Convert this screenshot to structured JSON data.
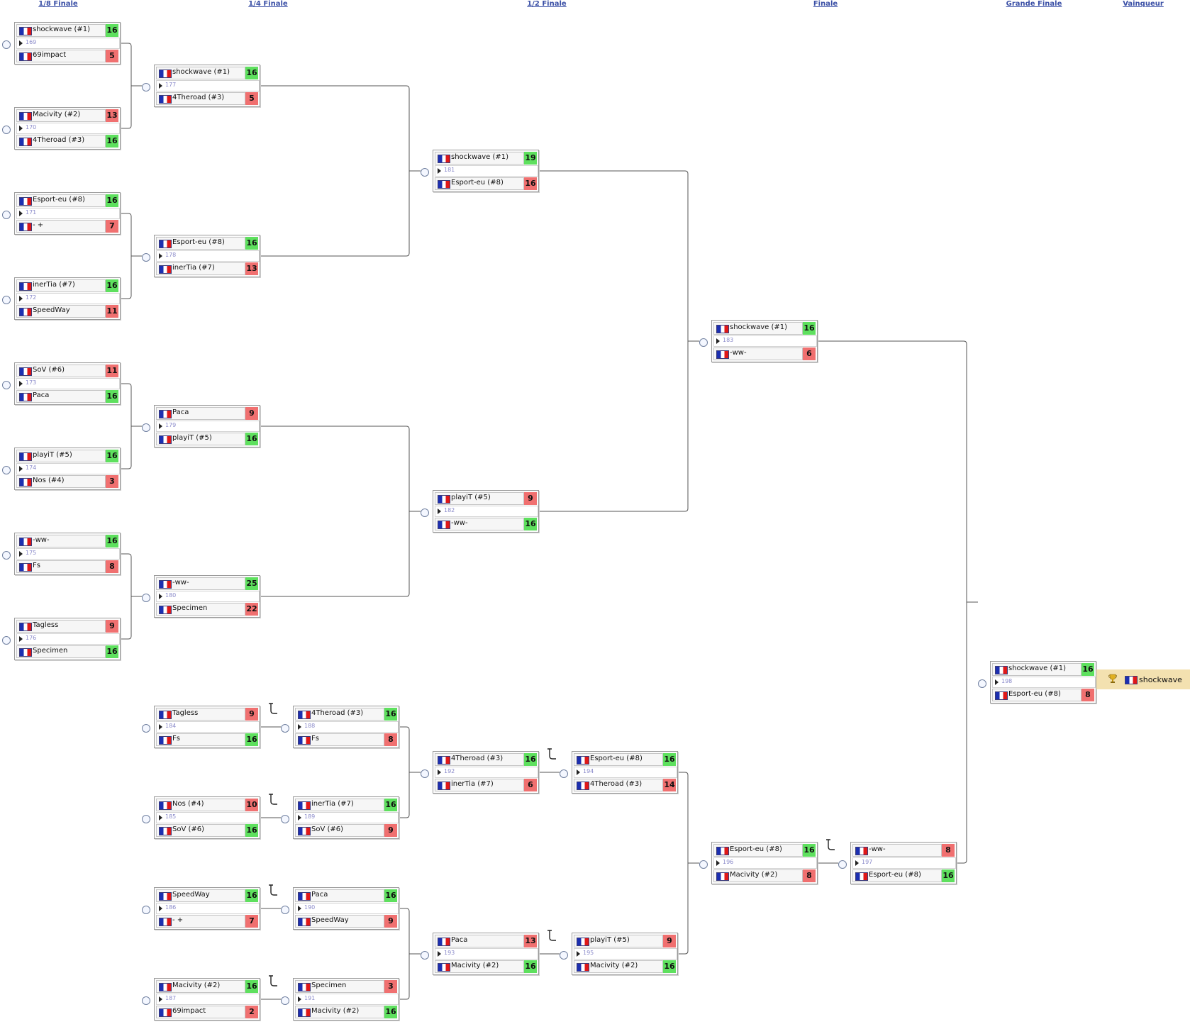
{
  "rounds": [
    {
      "label": "1/8 Finale"
    },
    {
      "label": "1/4 Finale"
    },
    {
      "label": "1/2 Finale"
    },
    {
      "label": "Finale"
    },
    {
      "label": "Grande Finale"
    },
    {
      "label": "Vainqueur"
    }
  ],
  "matches": [
    {
      "id": "169",
      "t1": "shockwave (#1)",
      "s1": "16",
      "t2": "69impact",
      "s2": "5",
      "winner": 1
    },
    {
      "id": "170",
      "t1": "Macivity (#2)",
      "s1": "13",
      "t2": "4Theroad (#3)",
      "s2": "16",
      "winner": 2
    },
    {
      "id": "171",
      "t1": "Esport-eu (#8)",
      "s1": "16",
      "t2": "- +",
      "s2": "7",
      "winner": 1
    },
    {
      "id": "172",
      "t1": "inerTia (#7)",
      "s1": "16",
      "t2": "SpeedWay",
      "s2": "11",
      "winner": 1
    },
    {
      "id": "173",
      "t1": "SoV (#6)",
      "s1": "11",
      "t2": "Paca",
      "s2": "16",
      "winner": 2
    },
    {
      "id": "174",
      "t1": "playiT (#5)",
      "s1": "16",
      "t2": "Nos (#4)",
      "s2": "3",
      "winner": 1
    },
    {
      "id": "175",
      "t1": "-ww-",
      "s1": "16",
      "t2": "Fs",
      "s2": "8",
      "winner": 1
    },
    {
      "id": "176",
      "t1": "Tagless",
      "s1": "9",
      "t2": "Specimen",
      "s2": "16",
      "winner": 2
    },
    {
      "id": "177",
      "t1": "shockwave (#1)",
      "s1": "16",
      "t2": "4Theroad (#3)",
      "s2": "5",
      "winner": 1
    },
    {
      "id": "178",
      "t1": "Esport-eu (#8)",
      "s1": "16",
      "t2": "inerTia (#7)",
      "s2": "13",
      "winner": 1
    },
    {
      "id": "179",
      "t1": "Paca",
      "s1": "9",
      "t2": "playiT (#5)",
      "s2": "16",
      "winner": 2
    },
    {
      "id": "180",
      "t1": "-ww-",
      "s1": "25",
      "t2": "Specimen",
      "s2": "22",
      "winner": 1
    },
    {
      "id": "181",
      "t1": "shockwave (#1)",
      "s1": "19",
      "t2": "Esport-eu (#8)",
      "s2": "16",
      "winner": 1
    },
    {
      "id": "182",
      "t1": "playiT (#5)",
      "s1": "9",
      "t2": "-ww-",
      "s2": "16",
      "winner": 2
    },
    {
      "id": "183",
      "t1": "shockwave (#1)",
      "s1": "16",
      "t2": "-ww-",
      "s2": "6",
      "winner": 1
    },
    {
      "id": "184",
      "t1": "Tagless",
      "s1": "9",
      "t2": "Fs",
      "s2": "16",
      "winner": 2
    },
    {
      "id": "185",
      "t1": "Nos (#4)",
      "s1": "10",
      "t2": "SoV (#6)",
      "s2": "16",
      "winner": 2
    },
    {
      "id": "186",
      "t1": "SpeedWay",
      "s1": "16",
      "t2": "- +",
      "s2": "7",
      "winner": 1
    },
    {
      "id": "187",
      "t1": "Macivity (#2)",
      "s1": "16",
      "t2": "69impact",
      "s2": "2",
      "winner": 1
    },
    {
      "id": "188",
      "t1": "4Theroad (#3)",
      "s1": "16",
      "t2": "Fs",
      "s2": "8",
      "winner": 1
    },
    {
      "id": "189",
      "t1": "inerTia (#7)",
      "s1": "16",
      "t2": "SoV (#6)",
      "s2": "9",
      "winner": 1
    },
    {
      "id": "190",
      "t1": "Paca",
      "s1": "16",
      "t2": "SpeedWay",
      "s2": "9",
      "winner": 1
    },
    {
      "id": "191",
      "t1": "Specimen",
      "s1": "3",
      "t2": "Macivity (#2)",
      "s2": "16",
      "winner": 2
    },
    {
      "id": "192",
      "t1": "4Theroad (#3)",
      "s1": "16",
      "t2": "inerTia (#7)",
      "s2": "6",
      "winner": 1
    },
    {
      "id": "193",
      "t1": "Paca",
      "s1": "13",
      "t2": "Macivity (#2)",
      "s2": "16",
      "winner": 2
    },
    {
      "id": "194",
      "t1": "Esport-eu (#8)",
      "s1": "16",
      "t2": "4Theroad (#3)",
      "s2": "14",
      "winner": 1
    },
    {
      "id": "195",
      "t1": "playiT (#5)",
      "s1": "9",
      "t2": "Macivity (#2)",
      "s2": "16",
      "winner": 2
    },
    {
      "id": "196",
      "t1": "Esport-eu (#8)",
      "s1": "16",
      "t2": "Macivity (#2)",
      "s2": "8",
      "winner": 1
    },
    {
      "id": "197",
      "t1": "-ww-",
      "s1": "8",
      "t2": "Esport-eu (#8)",
      "s2": "16",
      "winner": 2
    },
    {
      "id": "198",
      "t1": "shockwave (#1)",
      "s1": "16",
      "t2": "Esport-eu (#8)",
      "s2": "8",
      "winner": 1
    }
  ],
  "champion": {
    "name": "shockwave",
    "icon": "trophy-icon"
  },
  "icons": {
    "flag": "france-flag-icon",
    "expand": "play-triangle-icon",
    "match_node": "circle-icon",
    "drop_hook": "hook-icon"
  },
  "colors": {
    "win": "#5ee05e",
    "lose": "#f07070",
    "header": "#3b50a6",
    "winner_bg": "#f3e1b0"
  }
}
